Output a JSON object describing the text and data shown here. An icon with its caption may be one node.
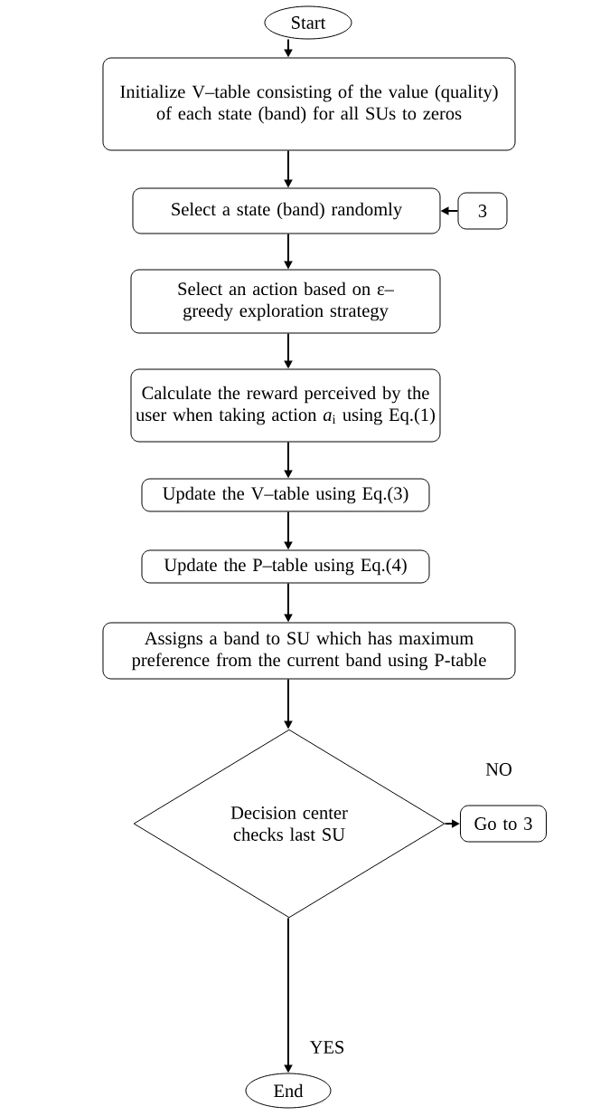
{
  "diagram": {
    "nodes": [
      {
        "text": [
          "Start"
        ]
      },
      {
        "text": [
          "Initialize V–table consisting of the value (quality) of each state (band) for all SUs to zeros"
        ]
      },
      {
        "text": [
          "Select a state (band) randomly"
        ]
      },
      {
        "text": [
          "3"
        ]
      },
      {
        "text": [
          "Select an action based on ε–greedy exploration strategy"
        ]
      },
      {
        "text": [
          "Calculate the reward perceived by the user when taking action *a*$_{i}$ using Eq.(1)"
        ]
      },
      {
        "text": [
          "Update the V–table using Eq.(3)"
        ]
      },
      {
        "text": [
          "Update the P–table using Eq.(4)"
        ]
      },
      {
        "text": [
          "Assigns a band to SU which has maximum preference from the current band using P-table"
        ]
      },
      {
        "text": [
          "Decision center checks last SU"
        ]
      },
      {
        "text": [
          "Go to 3"
        ]
      },
      {
        "text": [
          "End"
        ]
      }
    ],
    "edges": [
      {
        "from": 0,
        "to": 1,
        "arrow": "to"
      },
      {
        "from": 1,
        "to": 2,
        "arrow": "to"
      },
      {
        "from": 3,
        "to": 2,
        "arrow": "to"
      },
      {
        "from": 2,
        "to": 4,
        "arrow": "to"
      },
      {
        "from": 4,
        "to": 5,
        "arrow": "to"
      },
      {
        "from": 5,
        "to": 6,
        "arrow": "to"
      },
      {
        "from": 6,
        "to": 7,
        "arrow": "to"
      },
      {
        "from": 7,
        "to": 8,
        "arrow": "to"
      },
      {
        "from": 8,
        "to": 9,
        "arrow": "to"
      },
      {
        "from": 9,
        "to": 10,
        "label": "NO",
        "arrow": "to"
      },
      {
        "from": 9,
        "to": 11,
        "label": "YES",
        "arrow": "to"
      }
    ]
  }
}
